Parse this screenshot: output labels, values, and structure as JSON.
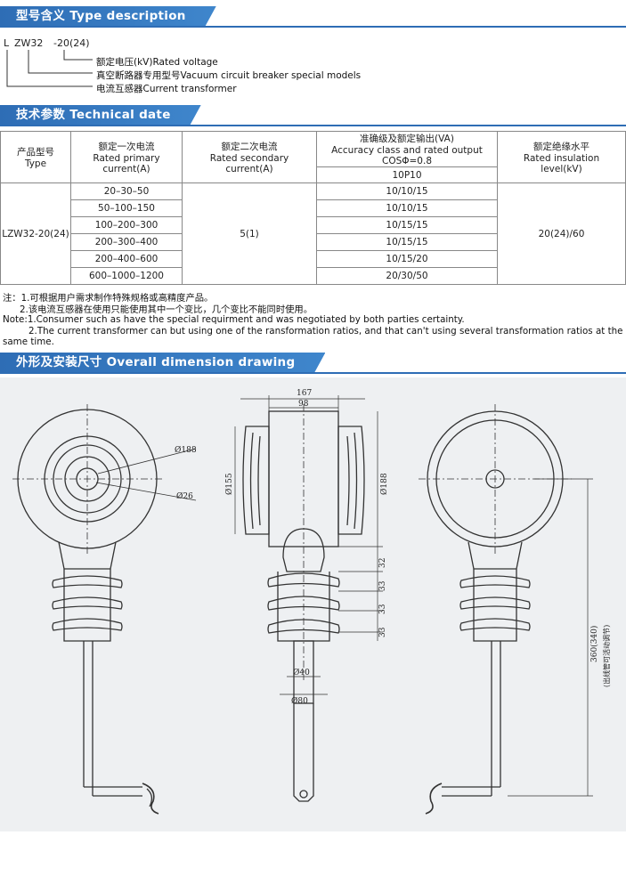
{
  "section1": {
    "title": "型号含义 Type description"
  },
  "model_code": {
    "letters": [
      "L",
      "ZW32",
      "-20(24)"
    ]
  },
  "legend": [
    {
      "text": "额定电压(kV)Rated voltage"
    },
    {
      "text": "真空断路器专用型号Vacuum circuit breaker special models"
    },
    {
      "text": "电流互感器Current transformer"
    }
  ],
  "section2": {
    "title": "技术参数 Technical date"
  },
  "table": {
    "headers": {
      "model": [
        "产品型号",
        "Type"
      ],
      "primary": [
        "额定一次电流",
        "Rated primary",
        "current(A)"
      ],
      "secondary": [
        "额定二次电流",
        "Rated secondary",
        "current(A)"
      ],
      "accuracy": [
        "准确级及额定输出(VA)",
        "Accuracy class and rated output",
        "COSΦ=0.8"
      ],
      "accuracy_sub": "10P10",
      "insulation": [
        "额定绝缘水平",
        "Rated insulation",
        "level(kV)"
      ]
    },
    "model_value": "LZW32-20(24)",
    "secondary_value": "5(1)",
    "insulation_value": "20(24)/60",
    "rows": [
      {
        "primary": "20–30–50",
        "accuracy": "10/10/15"
      },
      {
        "primary": "50–100–150",
        "accuracy": "10/10/15"
      },
      {
        "primary": "100–200–300",
        "accuracy": "10/15/15"
      },
      {
        "primary": "200–300–400",
        "accuracy": "10/15/15"
      },
      {
        "primary": "200–400–600",
        "accuracy": "10/15/20"
      },
      {
        "primary": "600–1000–1200",
        "accuracy": "20/30/50"
      }
    ]
  },
  "notes": {
    "cn1": "注：1.可根据用户需求制作特殊规格或高精度产品。",
    "cn2": "2.该电流互感器在使用只能使用其中一个变比，几个变比不能同时使用。",
    "en1": "Note:1.Consumer such as have the special requirment and was negotiated by both parties certainty.",
    "en2": "2.The current transformer can but using one of the ransformation ratios, and that can't using several transformation ratios at the",
    "en3": "same time."
  },
  "section3": {
    "title": "外形及安装尺寸 Overall dimension drawing"
  },
  "drawing": {
    "dims": {
      "d188_left": "Ø188",
      "d26": "Ø26",
      "w167": "167",
      "w98": "98",
      "d155": "Ø155",
      "d188": "Ø188",
      "h32": "32",
      "h33a": "33",
      "h33b": "33",
      "h33c": "33",
      "d40": "Ø40",
      "d80": "Ø80",
      "h360": "360(340)",
      "h360_note": "(出线管可活动调节)"
    }
  }
}
